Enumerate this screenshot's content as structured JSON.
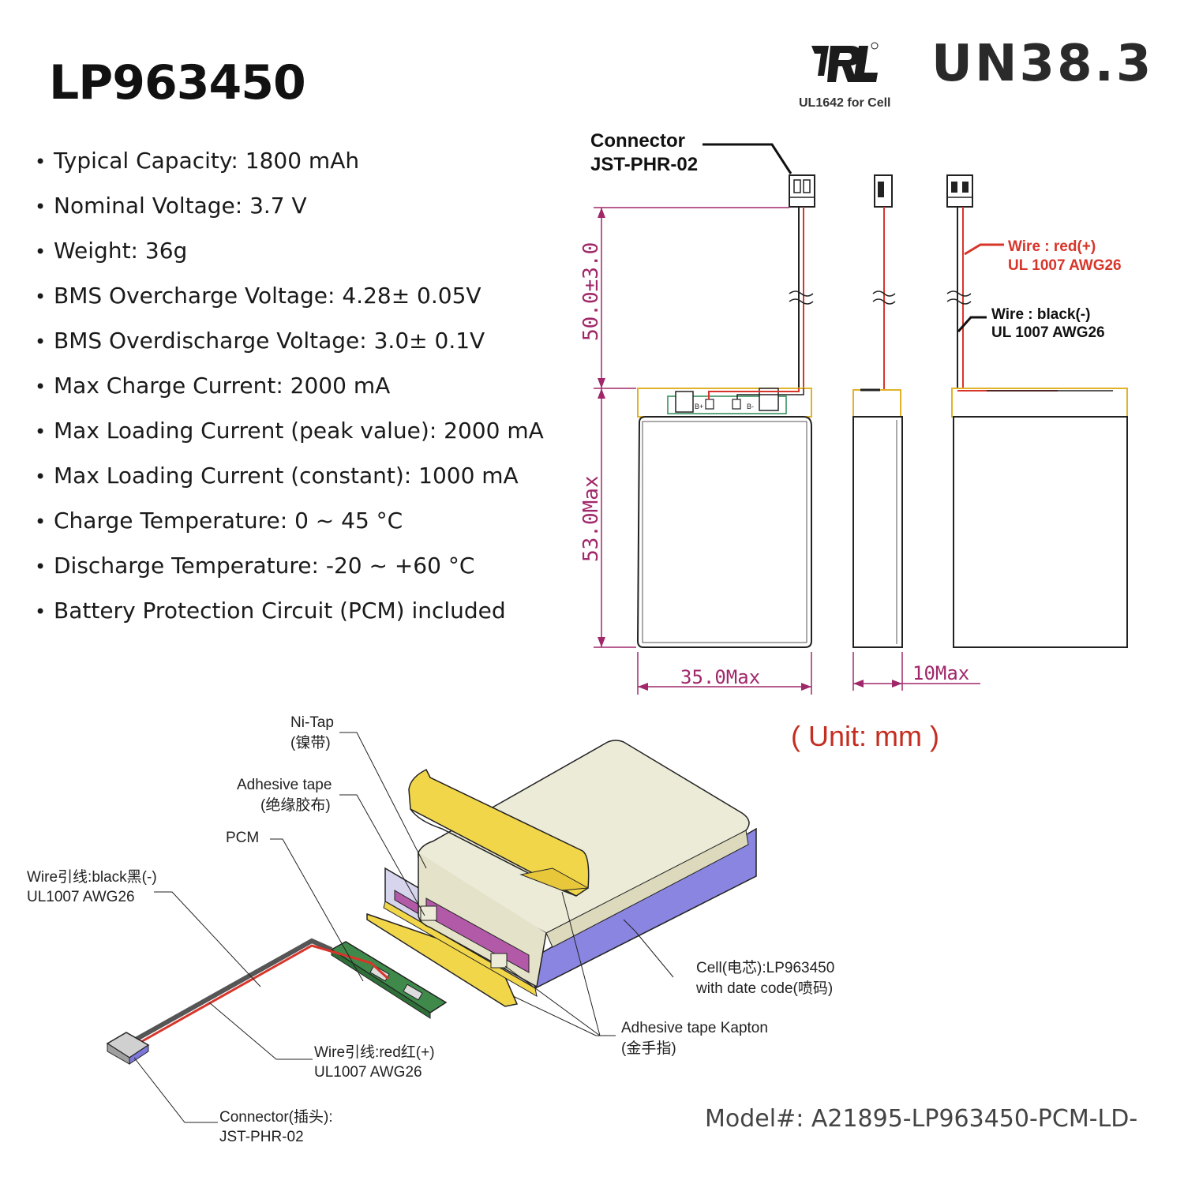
{
  "title": "LP963450",
  "specs": [
    "Typical Capacity: 1800 mAh",
    "Nominal Voltage: 3.7 V",
    "Weight: 36g",
    "BMS Overcharge Voltage: 4.28± 0.05V",
    "BMS Overdischarge Voltage: 3.0± 0.1V",
    "Max Charge Current: 2000 mA",
    "Max Loading Current (peak value): 2000 mA",
    "Max Loading Current (constant): 1000 mA",
    "Charge Temperature: 0 ~ 45 °C",
    "Discharge Temperature: -20 ~ +60 °C",
    "Battery Protection Circuit (PCM) included"
  ],
  "certs": {
    "ul_caption": "UL1642 for Cell",
    "un_label": "UN38.3"
  },
  "drawing": {
    "connector_title": "Connector",
    "connector_model": "JST-PHR-02",
    "dim_wire": "50.0±3.0",
    "dim_height": "53.0Max",
    "dim_width": "35.0Max",
    "dim_thickness": "10Max",
    "wire_red_line1": "Wire : red(+)",
    "wire_red_line2": "UL 1007 AWG26",
    "wire_black_line1": "Wire : black(-)",
    "wire_black_line2": "UL 1007 AWG26",
    "pcb_bplus": "B+",
    "pcb_bminus": "B-"
  },
  "unit_note": "( Unit: mm )",
  "exploded": {
    "nitap_en": "Ni-Tap",
    "nitap_cn": "(镍带)",
    "adhesive_en": "Adhesive tape",
    "adhesive_cn": "(绝缘胶布)",
    "pcm": "PCM",
    "wire_black_1": "Wire引线:black黑(-)",
    "wire_black_2": "UL1007 AWG26",
    "cell_1": "Cell(电芯):LP963450",
    "cell_2": "with date code(喷码)",
    "kapton_1": "Adhesive tape Kapton",
    "kapton_2": "(金手指)",
    "wire_red_1": "Wire引线:red红(+)",
    "wire_red_2": "UL1007 AWG26",
    "connector_1": "Connector(插头):",
    "connector_2": "JST-PHR-02"
  },
  "model": "Model#: A21895-LP963450-PCM-LD-",
  "colors": {
    "dimension": "#a0286a",
    "wire_red": "#d8352a",
    "tape": "#f2d64a",
    "cell_side": "#8a85e0",
    "cell_top": "#ecebd8",
    "pcm": "#3f8a4a",
    "pink": "#b25aa8",
    "unit_note": "#c42d1f"
  }
}
